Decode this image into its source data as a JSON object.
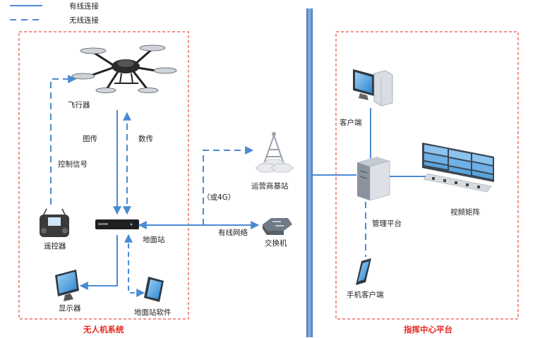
{
  "legend": {
    "wired": "有线连接",
    "wireless": "无线连接"
  },
  "uav_system": {
    "title": "无人机系统",
    "drone": "飞行器",
    "image_link": "图传",
    "data_link": "数传",
    "control_signal": "控制信号",
    "remote_controller": "遥控器",
    "ground_station": "地面站",
    "display": "显示器",
    "ground_software": "地面站软件"
  },
  "network": {
    "or_4g": "（或4G）",
    "carrier_base_station": "运营商基站",
    "wired_network": "有线网络",
    "switch": "交换机"
  },
  "command_center": {
    "title": "指挥中心平台",
    "client": "客户端",
    "management_platform": "管理平台",
    "video_matrix": "视频矩阵",
    "mobile_client": "手机客户端"
  },
  "colors": {
    "line": "#4a8bd4",
    "pole": "#5b8fd0",
    "frame": "#e8261e",
    "title": "#e8261e"
  }
}
